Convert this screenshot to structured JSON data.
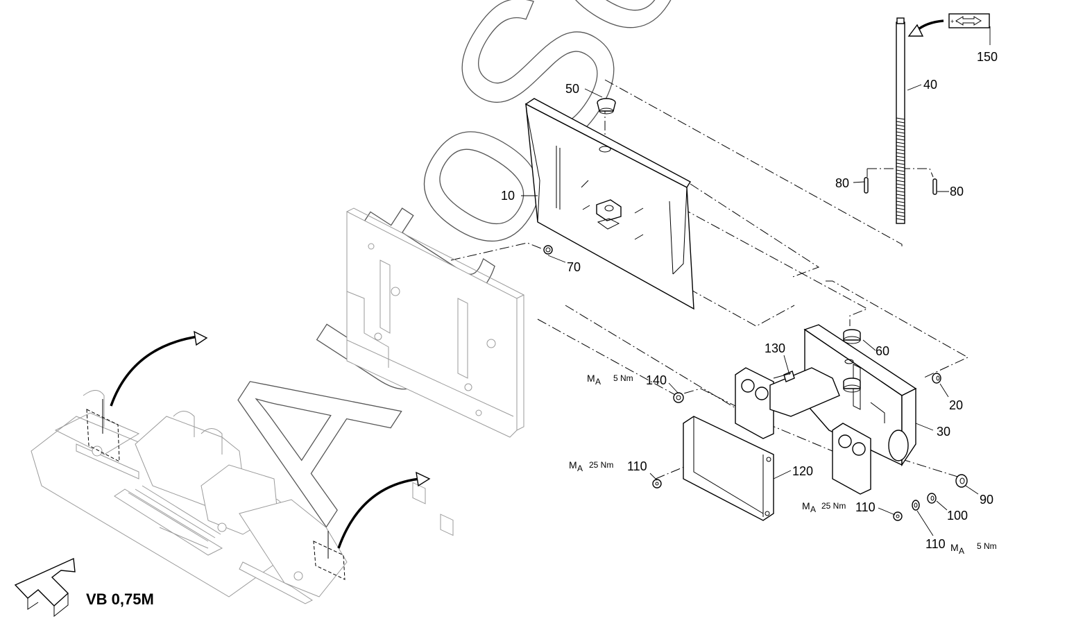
{
  "drawing": {
    "model_label": "VB 0,75M",
    "watermark": "AutoSoft",
    "tool_symbol_text": "+ -",
    "parts": [
      "10",
      "20",
      "30",
      "40",
      "50",
      "60",
      "70",
      "80",
      "90",
      "100",
      "120",
      "130",
      "140",
      "150"
    ],
    "torque_notes": [
      {
        "part": "140",
        "symbol": "M",
        "subscript": "A",
        "value": "5 Nm"
      },
      {
        "part": "110",
        "symbol": "M",
        "subscript": "A",
        "value": "25 Nm"
      },
      {
        "part": "110",
        "symbol": "M",
        "subscript": "A",
        "value": "25 Nm"
      },
      {
        "part": "110",
        "symbol": "M",
        "subscript": "A",
        "value": "5 Nm"
      }
    ],
    "labels": {
      "p10": "10",
      "p20": "20",
      "p30": "30",
      "p40": "40",
      "p50": "50",
      "p60": "60",
      "p70": "70",
      "p80a": "80",
      "p80b": "80",
      "p90": "90",
      "p100": "100",
      "p110a": "110",
      "p110b": "110",
      "p110c": "110",
      "p120": "120",
      "p130": "130",
      "p140": "140",
      "p150": "150"
    }
  }
}
